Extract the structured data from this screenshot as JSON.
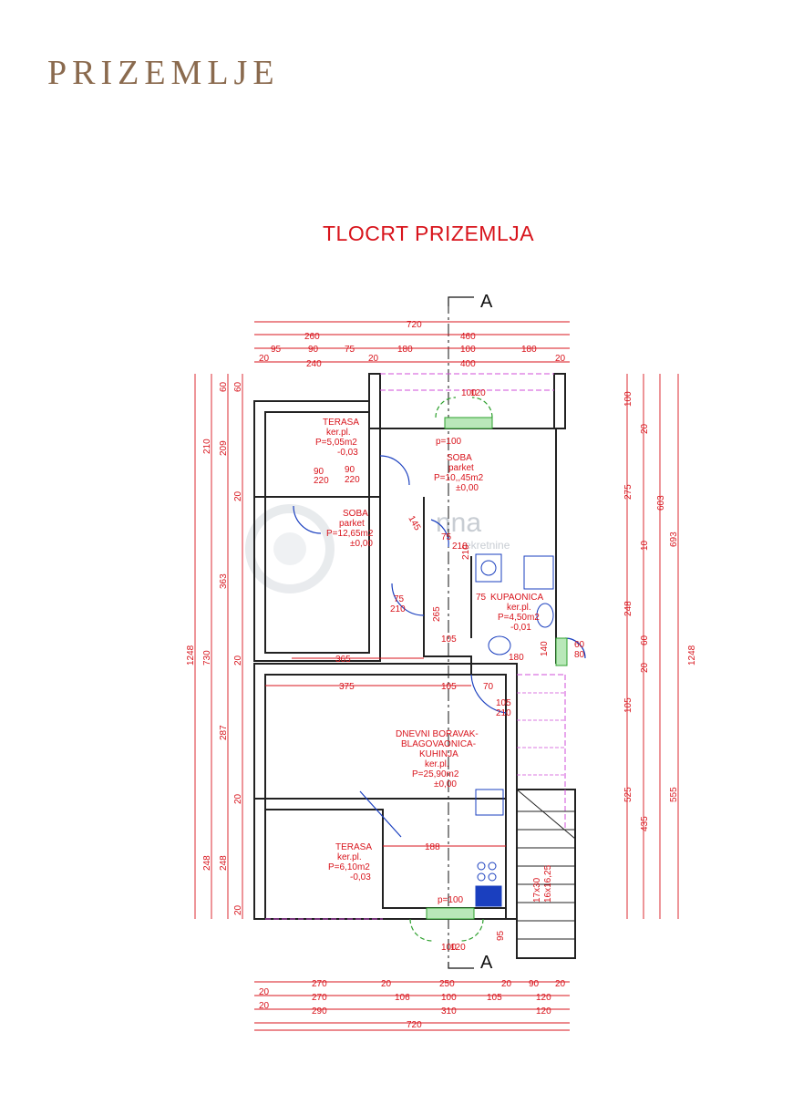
{
  "header": {
    "title": "PRIZEMLJE"
  },
  "plan": {
    "title": "TLOCRT PRIZEMLJA",
    "section_marker": "A",
    "watermark": "nna",
    "watermark_sub": "ekretnine",
    "dims_top": {
      "row1": [
        "720"
      ],
      "row2": [
        "260",
        "460"
      ],
      "row3": [
        "95",
        "90",
        "75",
        "180",
        "100",
        "180"
      ],
      "row4": [
        "20",
        "240",
        "20",
        "400",
        "20"
      ]
    },
    "dims_bottom": {
      "row1": [
        "270",
        "20",
        "250",
        "20",
        "90",
        "20"
      ],
      "row2": [
        "20",
        "270",
        "106",
        "100",
        "105",
        "120"
      ],
      "row3": [
        "20",
        "290",
        "310",
        "120"
      ],
      "row4": [
        "720"
      ]
    },
    "dims_left": {
      "col1": [
        "1248"
      ],
      "col2": [
        "210",
        "730",
        "248"
      ],
      "col3": [
        "60",
        "209",
        "363",
        "287",
        "248"
      ],
      "col4": [
        "60",
        "20",
        "20",
        "20",
        "20"
      ]
    },
    "dims_right": {
      "col1": [
        "100",
        "275",
        "248",
        "105",
        "525"
      ],
      "col2": [
        "20",
        "10",
        "60",
        "20",
        "435"
      ],
      "col3": [
        "603",
        "693",
        "555"
      ],
      "col4": [
        "1248"
      ]
    },
    "rooms": [
      {
        "name": "TERASA",
        "floor": "ker.pl.",
        "area": "P=5,05m2",
        "level": "-0,03"
      },
      {
        "name": "SOBA",
        "floor": "parket",
        "area": "P=10,,45m2",
        "level": "±0,00"
      },
      {
        "name": "SOBA",
        "floor": "parket",
        "area": "P=12,65m2",
        "level": "±0,00"
      },
      {
        "name": "KUPAONICA",
        "prefix": "75",
        "floor": "ker.pl.",
        "area": "P=4,50m2",
        "level": "-0,01"
      },
      {
        "name_lines": [
          "DNEVNI BORAVAK-",
          "BLAGOVAONICA-",
          "KUHINJA"
        ],
        "floor": "ker.pl.",
        "area": "P=25,90m2",
        "level": "±0,00"
      },
      {
        "name": "TERASA",
        "floor": "ker.pl.",
        "area": "P=6,10m2",
        "level": "-0,03"
      }
    ],
    "inner_dims": {
      "door1": [
        "90",
        "220"
      ],
      "door2": [
        "90",
        "220"
      ],
      "door3": [
        "75",
        "210"
      ],
      "door4": [
        "75",
        "210"
      ],
      "door5": [
        "105",
        "210"
      ],
      "door6": [
        "60",
        "80"
      ],
      "window_top": [
        "100",
        "120"
      ],
      "window_bottom": [
        "100",
        "120"
      ],
      "p100_top": "p=100",
      "p100_bottom": "p=100",
      "w365": "365",
      "w375": "375",
      "w105a": "105",
      "w105b": "105",
      "w70": "70",
      "w188": "188",
      "w180": "180",
      "w140": "140",
      "w145": "145",
      "w210": "210",
      "w265": "265",
      "w95": "95",
      "stairs": [
        "17x30",
        "16x16,25"
      ]
    }
  }
}
